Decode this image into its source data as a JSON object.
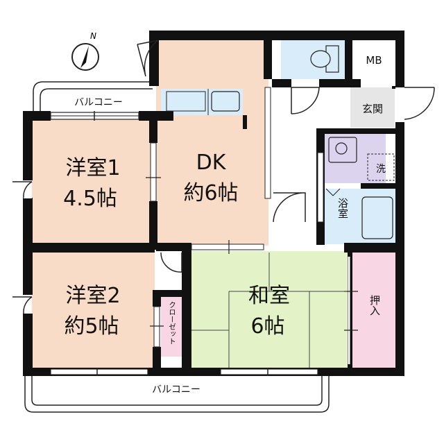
{
  "compass": {
    "label": "N"
  },
  "rooms": {
    "western1": {
      "name": "洋室1",
      "size": "4.5帖"
    },
    "western2": {
      "name": "洋室2",
      "size": "約5帖"
    },
    "dk": {
      "name": "DK",
      "size": "約6帖"
    },
    "washitsu": {
      "name": "和室",
      "size": "6帖"
    },
    "oshiire": {
      "name": "押入"
    },
    "closet": {
      "name": "クローゼット"
    },
    "genkan": {
      "name": "玄関"
    },
    "bath": {
      "name": "浴室"
    },
    "mb": {
      "name": "MB"
    },
    "laundry": {
      "name": "洗"
    }
  },
  "balcony_top": {
    "label": "バルコニー"
  },
  "balcony_bottom": {
    "label": "バルコニー"
  },
  "colors": {
    "western": "#f9dcc8",
    "dk": "#f9dcc8",
    "washitsu": "#e4f2c8",
    "oshiire": "#f8d6e3",
    "closet": "#f8d6e3",
    "genkan": "#e6e6e6",
    "fixture": "#d9ecf9",
    "laundry": "#dcd4ef",
    "mb": "#ffffff"
  }
}
